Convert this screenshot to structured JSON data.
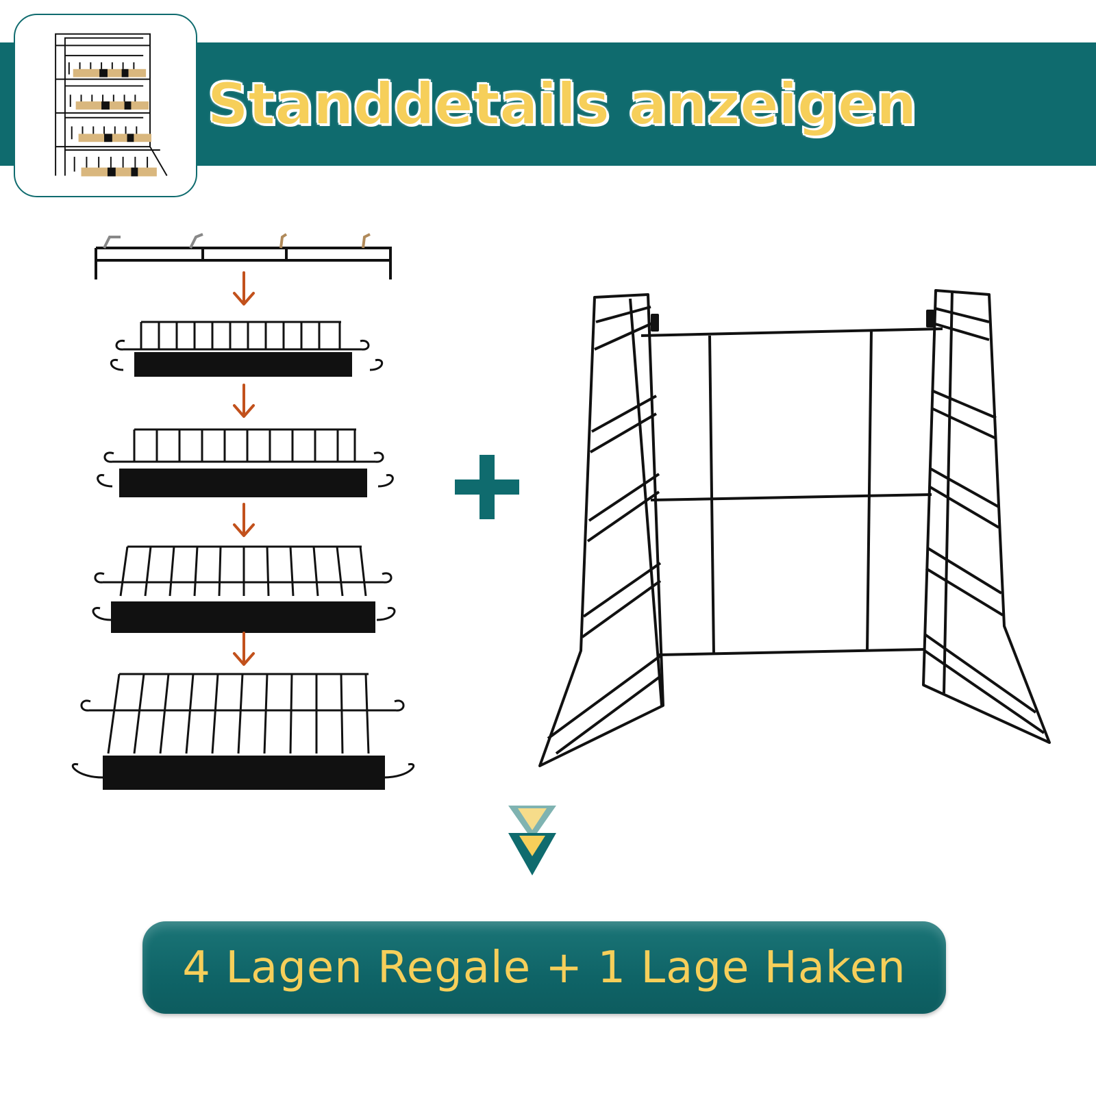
{
  "header": {
    "title": "Standdetails anzeigen"
  },
  "footer": {
    "label": "4 Lagen Regale + 1 Lage Haken"
  },
  "colors": {
    "teal": "#0f6b6e",
    "gold": "#f6cf5a",
    "arrow": "#c2511c",
    "wire": "#111111"
  },
  "icons": {
    "plus": "plus-icon",
    "down_chevrons": "double-chevron-down-icon",
    "down_arrow": "arrow-down-icon"
  },
  "parts": {
    "shelf_tiers": 4,
    "hook_rail_tiers": 1
  }
}
